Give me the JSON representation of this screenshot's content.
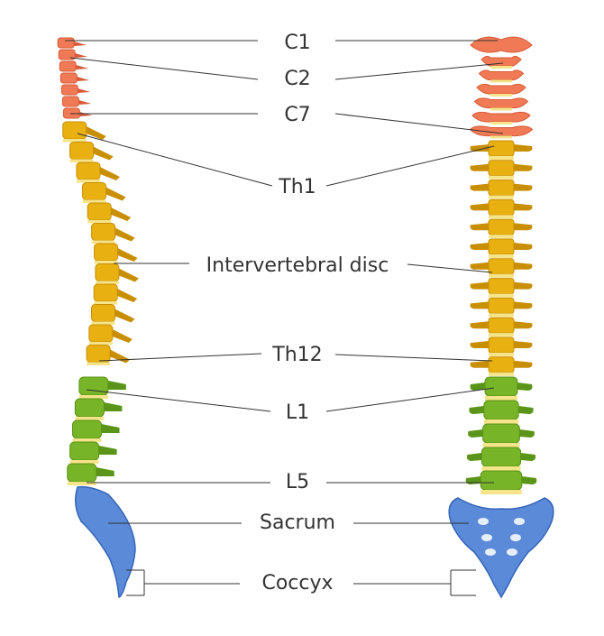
{
  "labels": {
    "c1": "C1",
    "c2": "C2",
    "c7": "C7",
    "th1": "Th1",
    "disc": "Intervertebral disc",
    "th12": "Th12",
    "l1": "L1",
    "l5": "L5",
    "sacrum": "Sacrum",
    "coccyx": "Coccyx"
  },
  "colors": {
    "cervical": "#f07a55",
    "cervical_dark": "#d85a38",
    "thoracic": "#e8b010",
    "thoracic_dark": "#c88f05",
    "lumbar": "#78b428",
    "lumbar_dark": "#5a9418",
    "disc": "#f6e48a",
    "sacrum": "#5a8ad8",
    "sacrum_dark": "#3565b8",
    "leader": "#333333",
    "text": "#333333"
  }
}
